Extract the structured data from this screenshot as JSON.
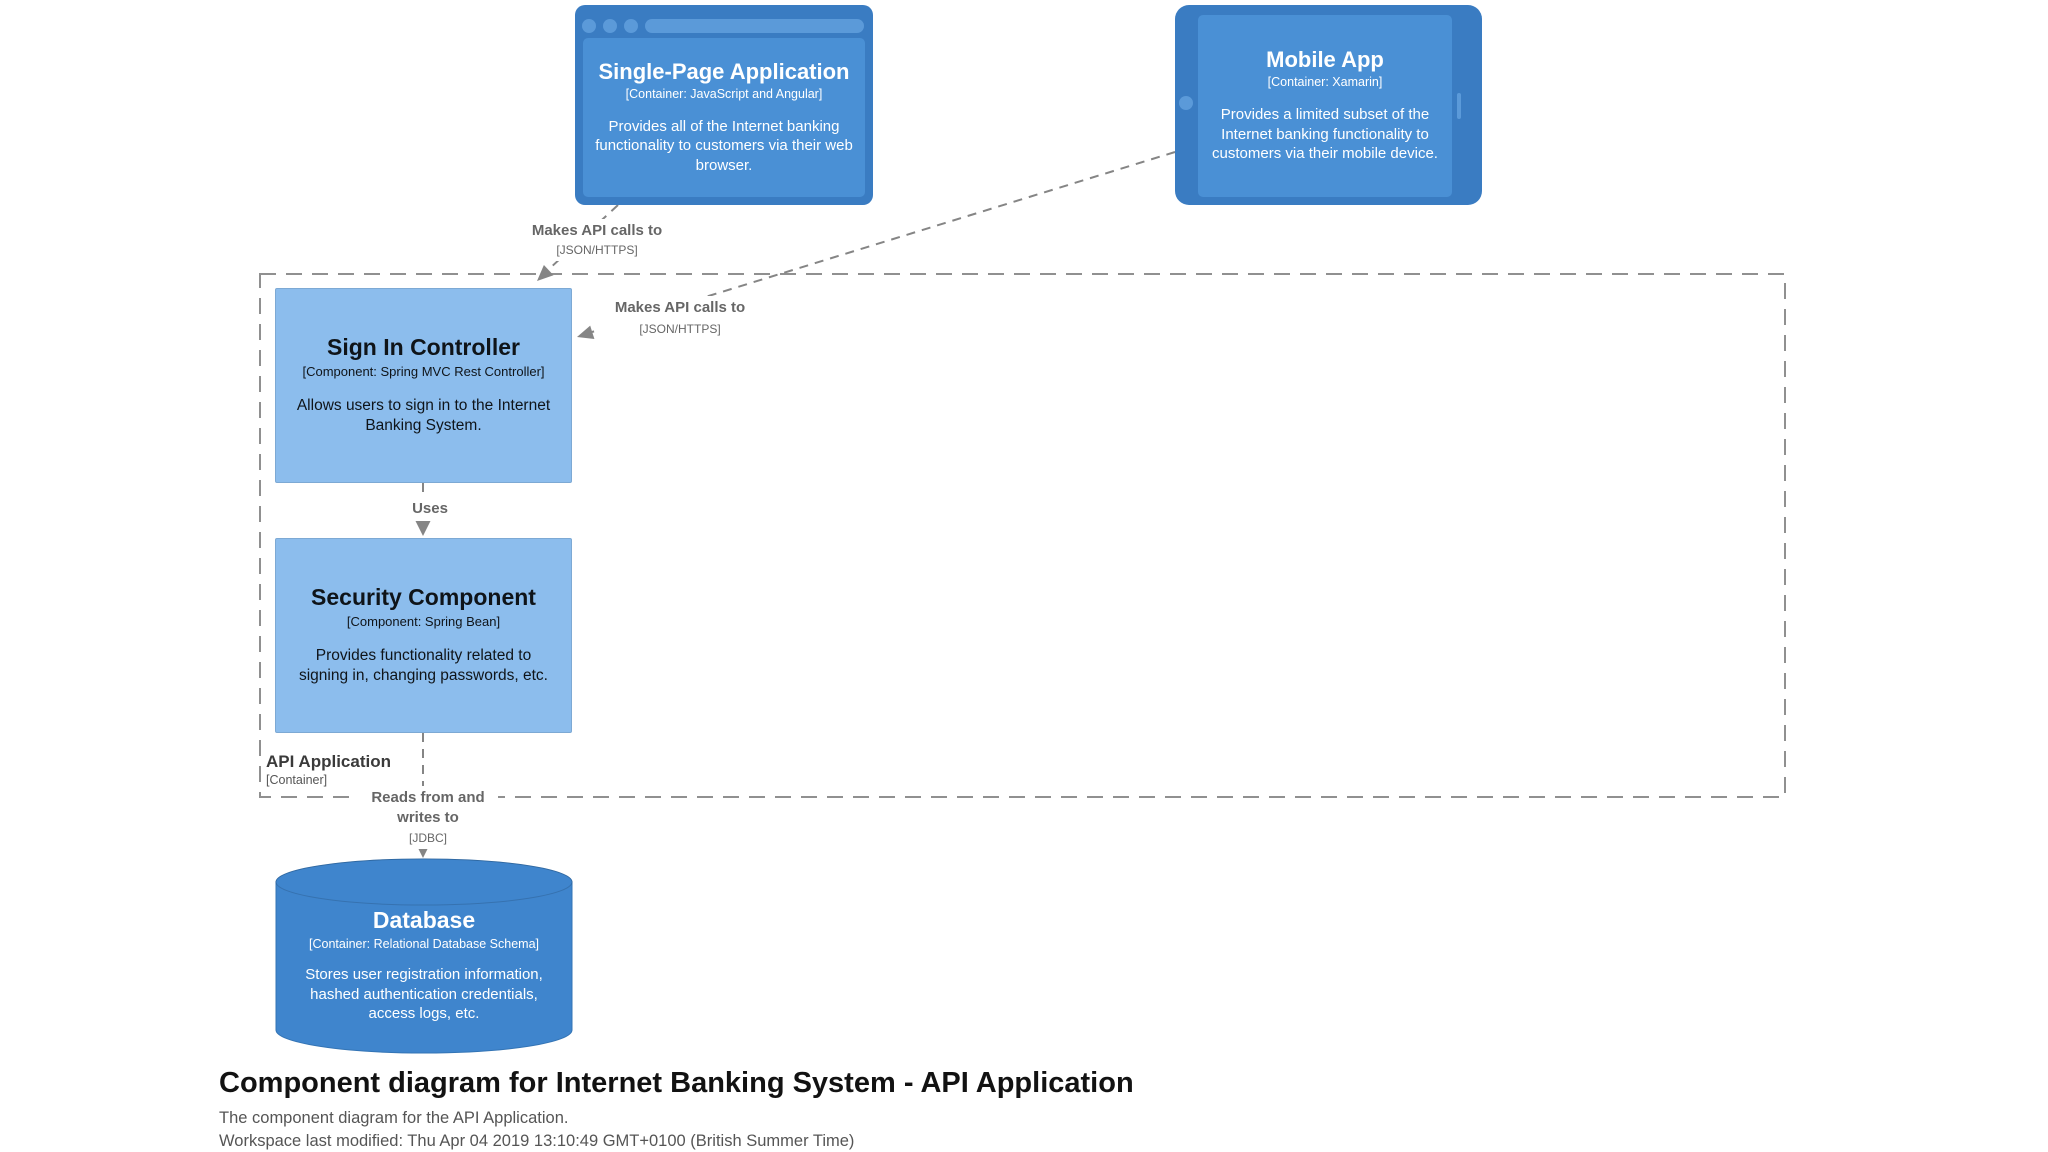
{
  "colors": {
    "bezel": "#3a7cc2",
    "panel": "#4a90d5",
    "accent_light": "#5b9ad9",
    "component_fill": "#8cbded",
    "database_fill": "#3f85cd",
    "database_rim": "#3374b5",
    "relation": "#858585",
    "relation_text": "#666666",
    "boundary": "#909090",
    "boundary_text": "#3a3a3a",
    "ink": "#0f1419",
    "footer_sub": "#555555"
  },
  "elements": {
    "spa": {
      "name": "Single-Page Application",
      "meta": "[Container: JavaScript and Angular]",
      "description": "Provides all of the Internet banking functionality to customers via their web browser."
    },
    "mobile": {
      "name": "Mobile App",
      "meta": "[Container: Xamarin]",
      "description": "Provides a limited subset of the Internet banking functionality to customers via their mobile device."
    },
    "signin": {
      "name": "Sign In Controller",
      "meta": "[Component: Spring MVC Rest Controller]",
      "description": "Allows users to sign in to the Internet Banking System."
    },
    "security": {
      "name": "Security Component",
      "meta": "[Component: Spring Bean]",
      "description": "Provides functionality related to signing in, changing passwords, etc."
    },
    "database": {
      "name": "Database",
      "meta": "[Container: Relational Database Schema]",
      "description": "Stores user registration information, hashed authentication credentials, access logs, etc."
    }
  },
  "boundary": {
    "name": "API Application",
    "meta": "[Container]"
  },
  "relationships": {
    "spa_to_signin": {
      "label": "Makes API calls to",
      "meta": "[JSON/HTTPS]"
    },
    "mobile_to_signin": {
      "label": "Makes API calls to",
      "meta": "[JSON/HTTPS]"
    },
    "signin_to_security": {
      "label": "Uses"
    },
    "security_to_database": {
      "label": "Reads from and writes to",
      "meta": "[JDBC]"
    }
  },
  "footer": {
    "title": "Component diagram for Internet Banking System - API Application",
    "subtitle": "The component diagram for the API Application.",
    "modified": "Workspace last modified: Thu Apr 04 2019 13:10:49 GMT+0100 (British Summer Time)"
  }
}
